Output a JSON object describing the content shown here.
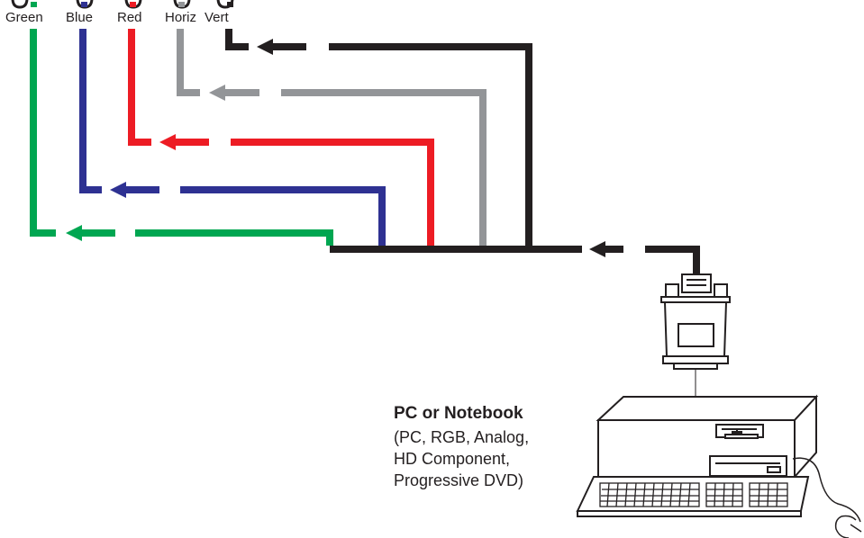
{
  "connectors": [
    {
      "label": "Green",
      "color": "#00a651"
    },
    {
      "label": "Blue",
      "color": "#2e3192"
    },
    {
      "label": "Red",
      "color": "#ed1c24"
    },
    {
      "label": "Horiz",
      "color": "#939598"
    },
    {
      "label": "Vert",
      "color": "#231f20"
    }
  ],
  "source": {
    "title": "PC or Notebook",
    "description_lines": [
      "(PC, RGB, Analog,",
      "HD Component,",
      "Progressive DVD)"
    ]
  },
  "icons": [
    "bnc-connector-icon",
    "vga-connector-icon",
    "computer-icon",
    "keyboard-icon",
    "mouse-icon"
  ]
}
